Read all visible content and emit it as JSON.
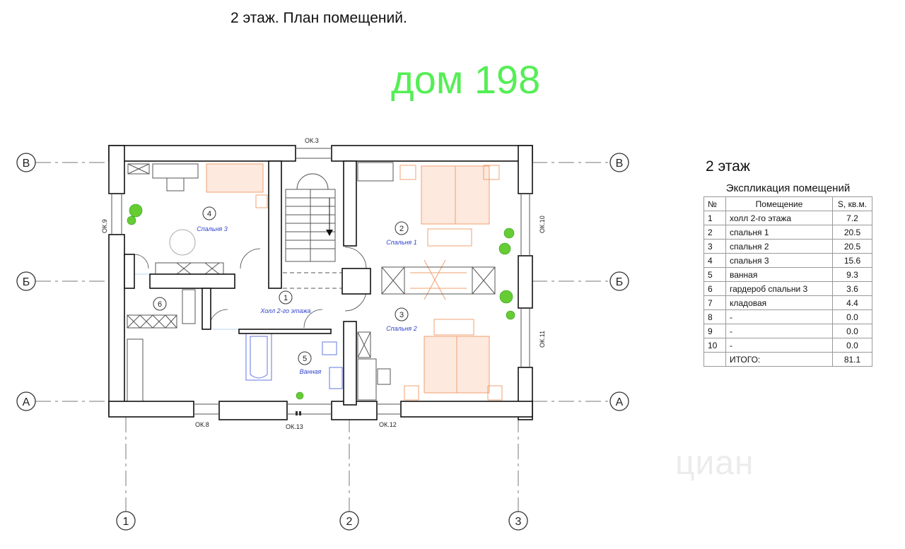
{
  "page": {
    "title": "2 этаж. План помещений.",
    "house_label": "дом 198"
  },
  "grid": {
    "rows": [
      "В",
      "Б",
      "А"
    ],
    "cols": [
      "1",
      "2",
      "3"
    ]
  },
  "openings": {
    "ok3": "ОК.3",
    "ok8": "ОК.8",
    "ok9": "ОК.9",
    "ok10": "ОК.10",
    "ok11": "ОК.11",
    "ok12": "ОК.12",
    "ok13": "ОК.13"
  },
  "rooms": [
    {
      "num": "1",
      "label": "Холл 2-го этажа"
    },
    {
      "num": "2",
      "label": "Спальня 1"
    },
    {
      "num": "3",
      "label": "Спальня 2"
    },
    {
      "num": "4",
      "label": "Спальня 3"
    },
    {
      "num": "5",
      "label": "Ванная"
    },
    {
      "num": "6",
      "label": ""
    }
  ],
  "explication": {
    "floor_title": "2 этаж",
    "caption": "Экспликация помещений",
    "headers": [
      "№",
      "Помещение",
      "S, кв.м."
    ],
    "rows": [
      {
        "num": "1",
        "name": "холл 2-го этажа",
        "area": "7.2"
      },
      {
        "num": "2",
        "name": "спальня 1",
        "area": "20.5"
      },
      {
        "num": "3",
        "name": "спальня 2",
        "area": "20.5"
      },
      {
        "num": "4",
        "name": "спальня 3",
        "area": "15.6"
      },
      {
        "num": "5",
        "name": "ванная",
        "area": "9.3"
      },
      {
        "num": "6",
        "name": "гардероб спальни 3",
        "area": "3.6"
      },
      {
        "num": "7",
        "name": "кладовая",
        "area": "4.4"
      },
      {
        "num": "8",
        "name": "-",
        "area": "0.0"
      },
      {
        "num": "9",
        "name": "-",
        "area": "0.0"
      },
      {
        "num": "10",
        "name": "-",
        "area": "0.0"
      }
    ],
    "total_label": "ИТОГО:",
    "total_value": "81.1"
  },
  "watermark": "циан",
  "colors": {
    "house_label": "#55ee55",
    "furniture": "#f0a070",
    "room_label": "#3344cc",
    "plants": "#66cc33",
    "walls": "#111111"
  }
}
